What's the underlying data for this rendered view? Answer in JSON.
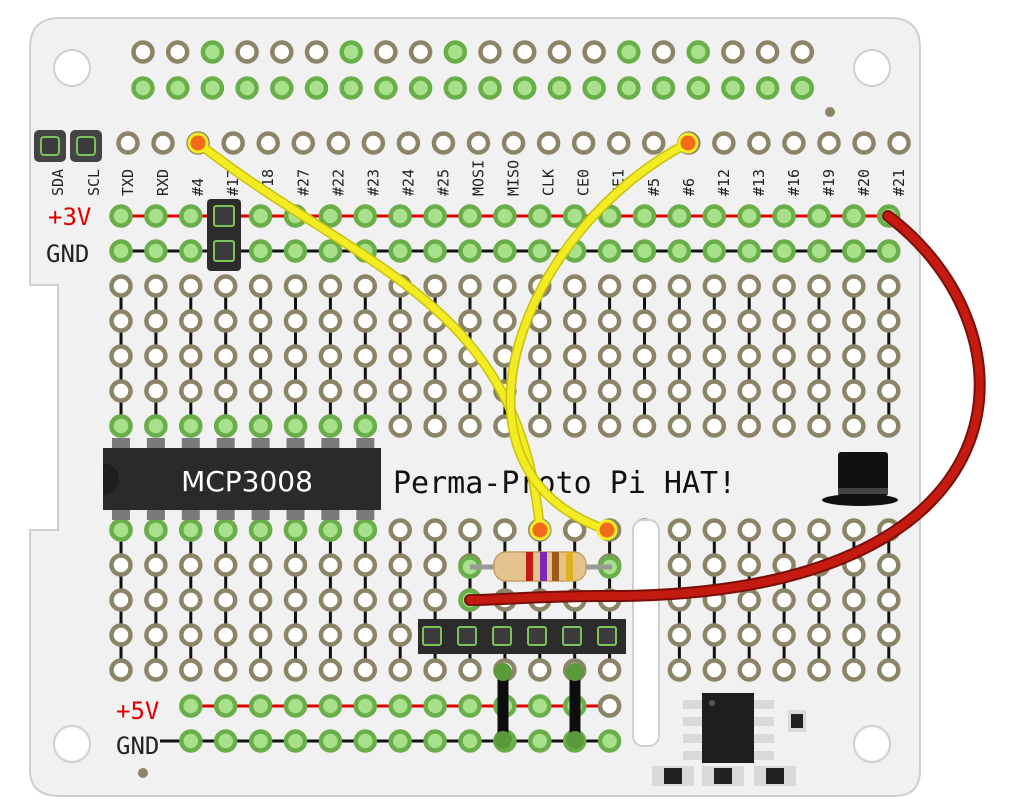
{
  "board": {
    "colors": {
      "board": "#f1f1f1",
      "board_edge": "#c8c8c8",
      "pad_ring": "#8c8466",
      "pad_ring_green": "#6aae4a",
      "pad_fill_green": "#a8e08c",
      "rail_red": "#e00000",
      "rail_black": "#111111",
      "label_red": "#e00000",
      "wire_yellow": "#f2ea1a",
      "wire_red": "#c51a10",
      "chip": "#2a2a2a"
    },
    "gpio_labels": [
      "TXD",
      "RXD",
      "#4",
      "#17",
      "#18",
      "#27",
      "#22",
      "#23",
      "#24",
      "#25",
      "MOSI",
      "MISO",
      "CLK",
      "CE0",
      "CE1",
      "#5",
      "#6",
      "#12",
      "#13",
      "#16",
      "#19",
      "#20",
      "#21"
    ],
    "i2c_labels": [
      "SDA",
      "SCL"
    ],
    "rail_top_plus": "+3V",
    "rail_top_gnd": "GND",
    "rail_bottom_plus": "+5V",
    "rail_bottom_gnd": "GND",
    "chip_label": "MCP3008",
    "title": "Perma-Proto Pi HAT!",
    "hat_icon": "top-hat-icon"
  }
}
